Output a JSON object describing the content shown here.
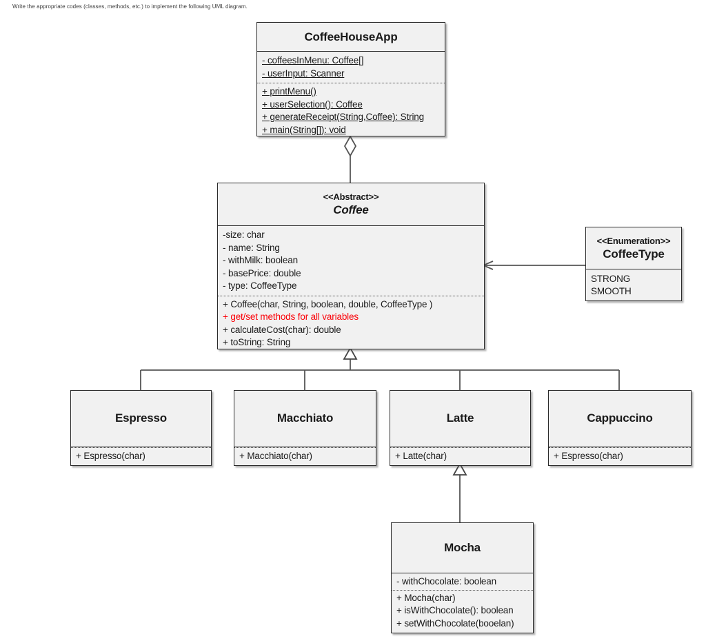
{
  "prompt": {
    "text": "Write the appropriate codes (classes, methods, etc.) to implement the following UML diagram."
  },
  "colors": {
    "box_fill": "#f1f1f1",
    "border": "#2b2b2b",
    "highlight_text": "#fb0007",
    "connector": "#555555",
    "background": "#ffffff"
  },
  "diagram": {
    "type": "uml-class-diagram",
    "classes": [
      {
        "id": "coffeehouseapp",
        "name": "CoffeeHouseApp",
        "stereotype": "",
        "abstract": false,
        "attributes": [
          {
            "text": "- coffeesInMenu: Coffee[]",
            "static": true
          },
          {
            "text": "- userInput: Scanner",
            "static": true
          }
        ],
        "operations": [
          {
            "text": "+ printMenu()",
            "static": true
          },
          {
            "text": "+ userSelection(): Coffee",
            "static": true
          },
          {
            "text": "+ generateReceipt(String,Coffee): String",
            "static": true
          },
          {
            "text": "+ main(String[]): void",
            "static": true
          }
        ]
      },
      {
        "id": "coffee",
        "name": "Coffee",
        "stereotype": "<<Abstract>>",
        "abstract": true,
        "attributes": [
          {
            "text": "-size: char",
            "static": false
          },
          {
            "text": "- name: String",
            "static": false
          },
          {
            "text": "- withMilk: boolean",
            "static": false
          },
          {
            "text": "- basePrice: double",
            "static": false
          },
          {
            "text": "- type: CoffeeType",
            "static": false
          }
        ],
        "operations": [
          {
            "text": "+ Coffee(char, String, boolean, double, CoffeeType )",
            "static": false,
            "highlight": false
          },
          {
            "text": "+ get/set methods for all variables",
            "static": false,
            "highlight": true
          },
          {
            "text": "+ calculateCost(char): double",
            "static": false,
            "highlight": false
          },
          {
            "text": "+ toString: String",
            "static": false,
            "highlight": false
          }
        ]
      },
      {
        "id": "coffeetype",
        "name": "CoffeeType",
        "stereotype": "<<Enumeration>>",
        "abstract": false,
        "literals": [
          "STRONG",
          "SMOOTH"
        ]
      },
      {
        "id": "espresso",
        "name": "Espresso",
        "stereotype": "",
        "abstract": false,
        "attributes": [],
        "operations": [
          {
            "text": "+ Espresso(char)",
            "static": false
          }
        ]
      },
      {
        "id": "macchiato",
        "name": "Macchiato",
        "stereotype": "",
        "abstract": false,
        "attributes": [],
        "operations": [
          {
            "text": "+ Macchiato(char)",
            "static": false
          }
        ]
      },
      {
        "id": "latte",
        "name": "Latte",
        "stereotype": "",
        "abstract": false,
        "attributes": [],
        "operations": [
          {
            "text": "+ Latte(char)",
            "static": false
          }
        ]
      },
      {
        "id": "cappuccino",
        "name": "Cappuccino",
        "stereotype": "",
        "abstract": false,
        "attributes": [],
        "operations": [
          {
            "text": "+ Espresso(char)",
            "static": false
          }
        ]
      },
      {
        "id": "mocha",
        "name": "Mocha",
        "stereotype": "",
        "abstract": false,
        "attributes": [
          {
            "text": "- withChocolate: boolean",
            "static": false
          }
        ],
        "operations": [
          {
            "text": "+ Mocha(char)",
            "static": false
          },
          {
            "text": "+ isWithChocolate(): boolean",
            "static": false
          },
          {
            "text": "+ setWithChocolate(booelan)",
            "static": false
          }
        ]
      }
    ],
    "relationships": [
      {
        "kind": "aggregation",
        "from": "coffeehouseapp",
        "to": "coffee"
      },
      {
        "kind": "generalization",
        "from": "espresso",
        "to": "coffee"
      },
      {
        "kind": "generalization",
        "from": "macchiato",
        "to": "coffee"
      },
      {
        "kind": "generalization",
        "from": "latte",
        "to": "coffee"
      },
      {
        "kind": "generalization",
        "from": "cappuccino",
        "to": "coffee"
      },
      {
        "kind": "generalization",
        "from": "mocha",
        "to": "latte"
      },
      {
        "kind": "association",
        "from": "coffeetype",
        "to": "coffee"
      }
    ]
  }
}
